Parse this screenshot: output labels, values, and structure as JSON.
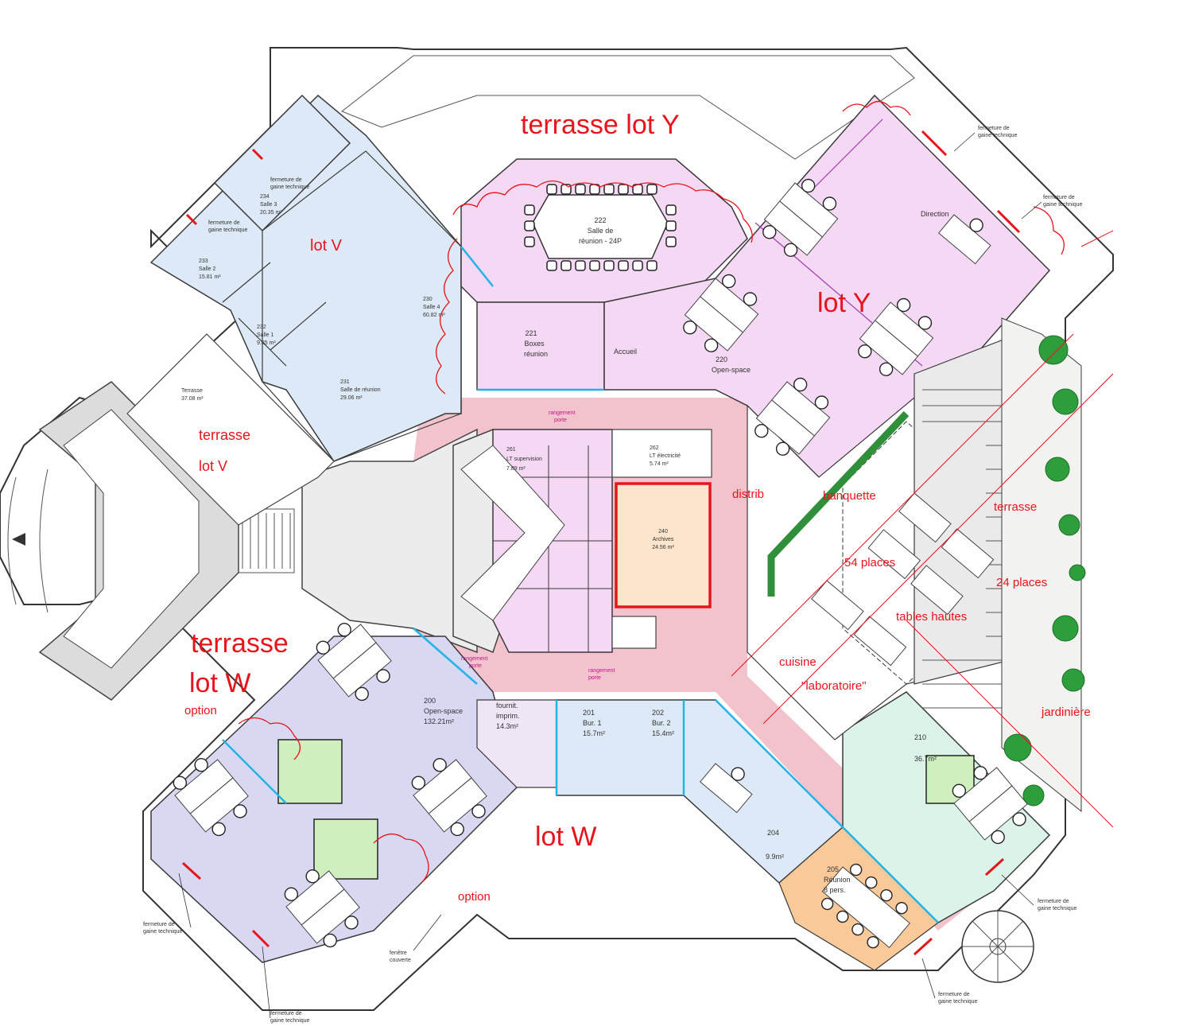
{
  "labels": {
    "terrasse_lot_y": "terrasse lot Y",
    "lot_v": "lot V",
    "lot_y": "lot Y",
    "terrasse_v_1": "terrasse",
    "terrasse_v_2": "lot V",
    "terrasse_w_1": "terrasse",
    "terrasse_w_2": "lot W",
    "lot_w": "lot W",
    "option_1": "option",
    "option_2": "option",
    "distrib": "distrib",
    "banquette": "banquette",
    "places_54": "54 places",
    "terrasse_right": "terrasse",
    "places_24": "24 places",
    "tables_hautes": "tables hautes",
    "cuisine": "cuisine",
    "laboratoire": "\"laboratoire\"",
    "jardiniere": "jardinière"
  },
  "rooms": {
    "r222": [
      "222",
      "Salle de",
      "réunion - 24P"
    ],
    "r221": [
      "221",
      "Boxes",
      "réunion"
    ],
    "r220": [
      "220",
      "Open-space"
    ],
    "accueil": "Accueil",
    "direction": "Direction",
    "r234": [
      "234",
      "Salle 3",
      "20.35 m²"
    ],
    "r233": [
      "233",
      "Salle 2",
      "15.81 m²"
    ],
    "r232": [
      "232",
      "Salle 1",
      "9.85 m²"
    ],
    "r230": [
      "230",
      "Salle 4",
      "60.82 m²"
    ],
    "r231": [
      "231",
      "Salle de réunion",
      "29.06 m²"
    ],
    "terrasse_area": [
      "Terrasse",
      "37.08 m²"
    ],
    "r261": [
      "261",
      "LT supervision",
      "7.89 m²"
    ],
    "r262": [
      "262",
      "LT électricité",
      "5.74 m²"
    ],
    "r240": [
      "240",
      "Archives",
      "24.56 m²"
    ],
    "r200": [
      "200",
      "Open-space",
      "132.21m²"
    ],
    "fourniture": [
      "fournit.",
      "imprim.",
      "14.3m²"
    ],
    "r201": [
      "201",
      "Bur. 1",
      "15.7m²"
    ],
    "r202": [
      "202",
      "Bur. 2",
      "15.4m²"
    ],
    "r204": [
      "204",
      "9.9m²"
    ],
    "r205": [
      "205",
      "Réunion",
      "8 pers."
    ],
    "r210": [
      "210",
      "36.7m²"
    ]
  },
  "notes": {
    "fermeture": [
      "fermeture de",
      "gaine technique"
    ],
    "fenetre": [
      "fenêtre",
      "couverte"
    ],
    "rangement": [
      "rangement",
      "porte"
    ]
  }
}
